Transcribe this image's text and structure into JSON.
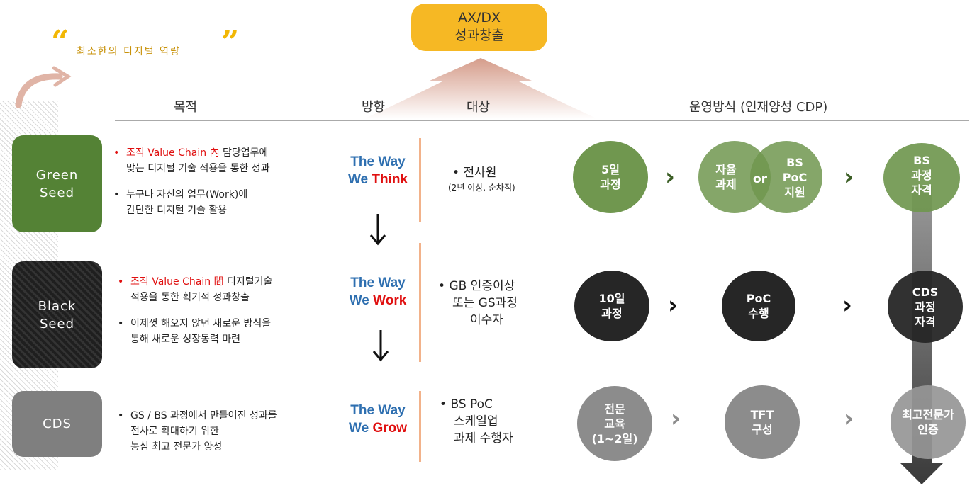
{
  "goal": {
    "line1": "AX/DX",
    "line2": "성과창출"
  },
  "subtitle": "최소한의 디지털 역량",
  "headers": {
    "purpose": "목적",
    "direction": "방향",
    "target": "대상",
    "operation": "운영방식 (인재양성 CDP)"
  },
  "rows": [
    {
      "seed_line1": "Green",
      "seed_line2": "Seed",
      "seed_color": "#548235",
      "bullet1_red": "조직 Value Chain 內",
      "bullet1_rest_a": " 담당업무에",
      "bullet1_line2": "맞는 디지털 기술 적용을 통한 성과",
      "bullet2_line1": "누구나 자신의 업무(Work)에",
      "bullet2_line2": "간단한 디지털 기술 활용",
      "way_line1": "The Way",
      "way_we": "We",
      "way_verb": "Think",
      "target_line1": "전사원",
      "target_line2": "(2년 이상, 순차적)",
      "step1": "5일\n과정",
      "step2_left": "자율\n과제",
      "step2_or": "or",
      "step2_right": "BS\nPoC\n지원",
      "step3": "BS\n과정\n자격"
    },
    {
      "seed_line1": "Black",
      "seed_line2": "Seed",
      "seed_color": "#262626",
      "bullet1_red": "조직 Value Chain 間",
      "bullet1_rest_a": " 디지털기술",
      "bullet1_line2": "적용을 통한 획기적 성과창출",
      "bullet2_line1": "이제껏 해오지 않던 새로운 방식을",
      "bullet2_line2": "통해 새로운 성장동력 마련",
      "way_line1": "The Way",
      "way_we": "We",
      "way_verb": "Work",
      "target_line1": "GB 인증이상",
      "target_line2": "또는 GS과정",
      "target_line3": "이수자",
      "step1": "10일\n과정",
      "step2": "PoC\n수행",
      "step3": "CDS\n과정\n자격"
    },
    {
      "seed_line1": "CDS",
      "seed_color": "#7f7f7f",
      "bullet1_line1": "GS / BS 과정에서  만들어진 성과를",
      "bullet1_line2": "전사로 확대하기 위한",
      "bullet1_line3": "농심 최고 전문가 양성",
      "way_line1": "The Way",
      "way_we": "We",
      "way_verb": "Grow",
      "target_line1": "BS PoC",
      "target_line2": "스케일업",
      "target_line3": "과제 수행자",
      "step1": "전문\n교육\n(1~2일)",
      "step2": "TFT\n구성",
      "step3": "최고전문가\n인증"
    }
  ],
  "colors": {
    "goal": "#f6b824",
    "green": "#548235",
    "green_circle": "#70974f",
    "black": "#262626",
    "gray": "#8c8c8c",
    "accent_red": "#e01010",
    "way_blue": "#2e6fb0"
  },
  "icons": [
    "quote-open-icon",
    "quote-close-icon",
    "curved-arrow-icon",
    "up-arrow-icon",
    "down-arrow-icon",
    "chevron-right-icon",
    "big-down-arrow-icon"
  ]
}
